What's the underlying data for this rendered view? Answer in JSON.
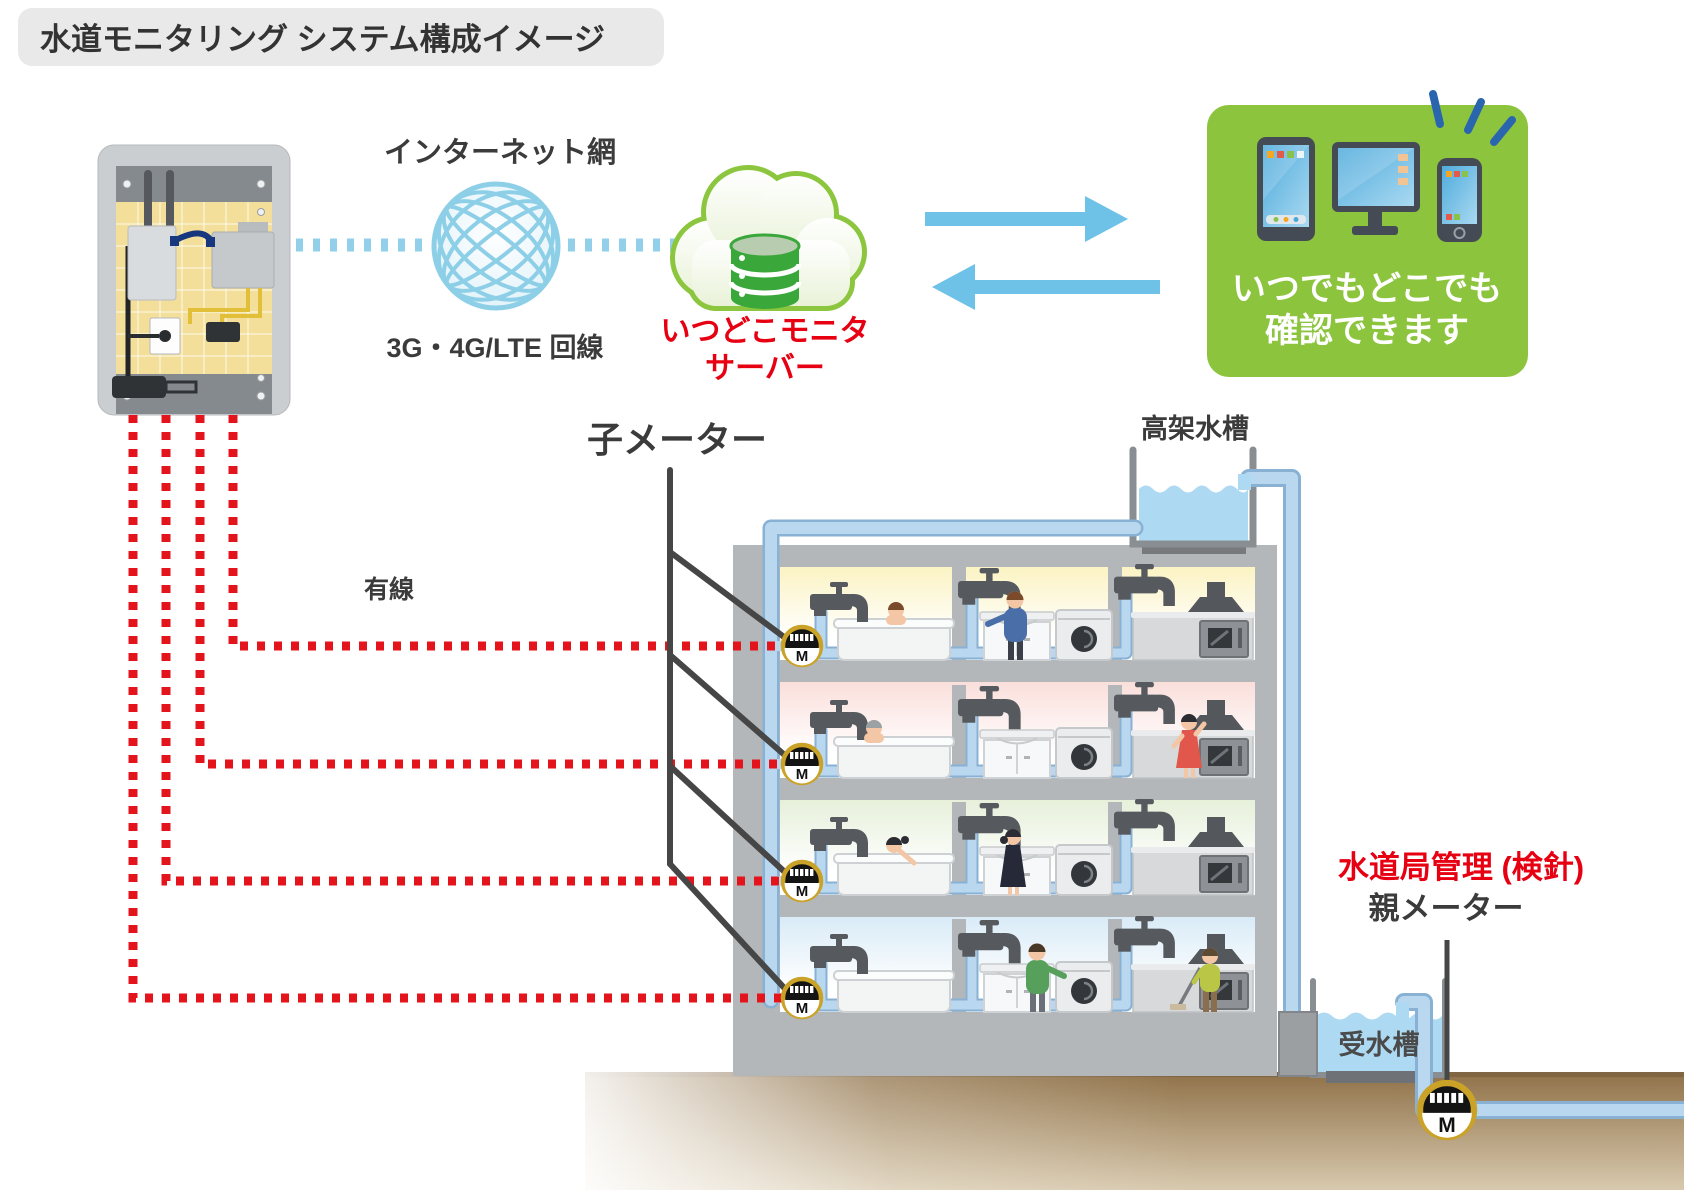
{
  "title": "水道モニタリング システム構成イメージ",
  "network": {
    "internet_label": "インターネット網",
    "line_label": "3G・4G/LTE 回線"
  },
  "server": {
    "name_line1": "いつどこモニタ",
    "name_line2": "サーバー"
  },
  "devices_panel": {
    "caption_line1": "いつでもどこでも",
    "caption_line2": "確認できます"
  },
  "building": {
    "child_meter_label": "子メーター",
    "wired_label": "有線",
    "rooftop_tank_label": "高架水槽",
    "receiving_tank_label": "受水槽",
    "floors": 4,
    "child_meter_count": 4
  },
  "parent_meter": {
    "management_label": "水道局管理 (検針)",
    "label": "親メーター"
  },
  "meter_letter": "M",
  "icons": {
    "internet_globe": "lattice-globe-icon",
    "cloud_server": "cloud-database-icon",
    "monitoring_devices": [
      "tablet-icon",
      "monitor-icon",
      "smartphone-icon"
    ],
    "notification": "blue-alert-dashes-icon",
    "water_meter": "round-meter-M-icon",
    "faucet": "faucet-icon",
    "range_hood": "range-hood-icon",
    "washing_machine": "washing-machine-icon"
  },
  "colors": {
    "accent_red": "#e60012",
    "panel_green": "#8dc43e",
    "cloud_green": "#8cc63f",
    "arrow_blue": "#6fc2e7",
    "dotted_blue": "#92cfe8",
    "dotted_red": "#e3141c",
    "pipe_blue": "#b9d8ef",
    "water_blue": "#aed9f3",
    "meter_gold": "#c9a227",
    "building_gray": "#b4b7ba",
    "ground_brown": "#9b7c52",
    "text_dark": "#3b3b3b"
  }
}
